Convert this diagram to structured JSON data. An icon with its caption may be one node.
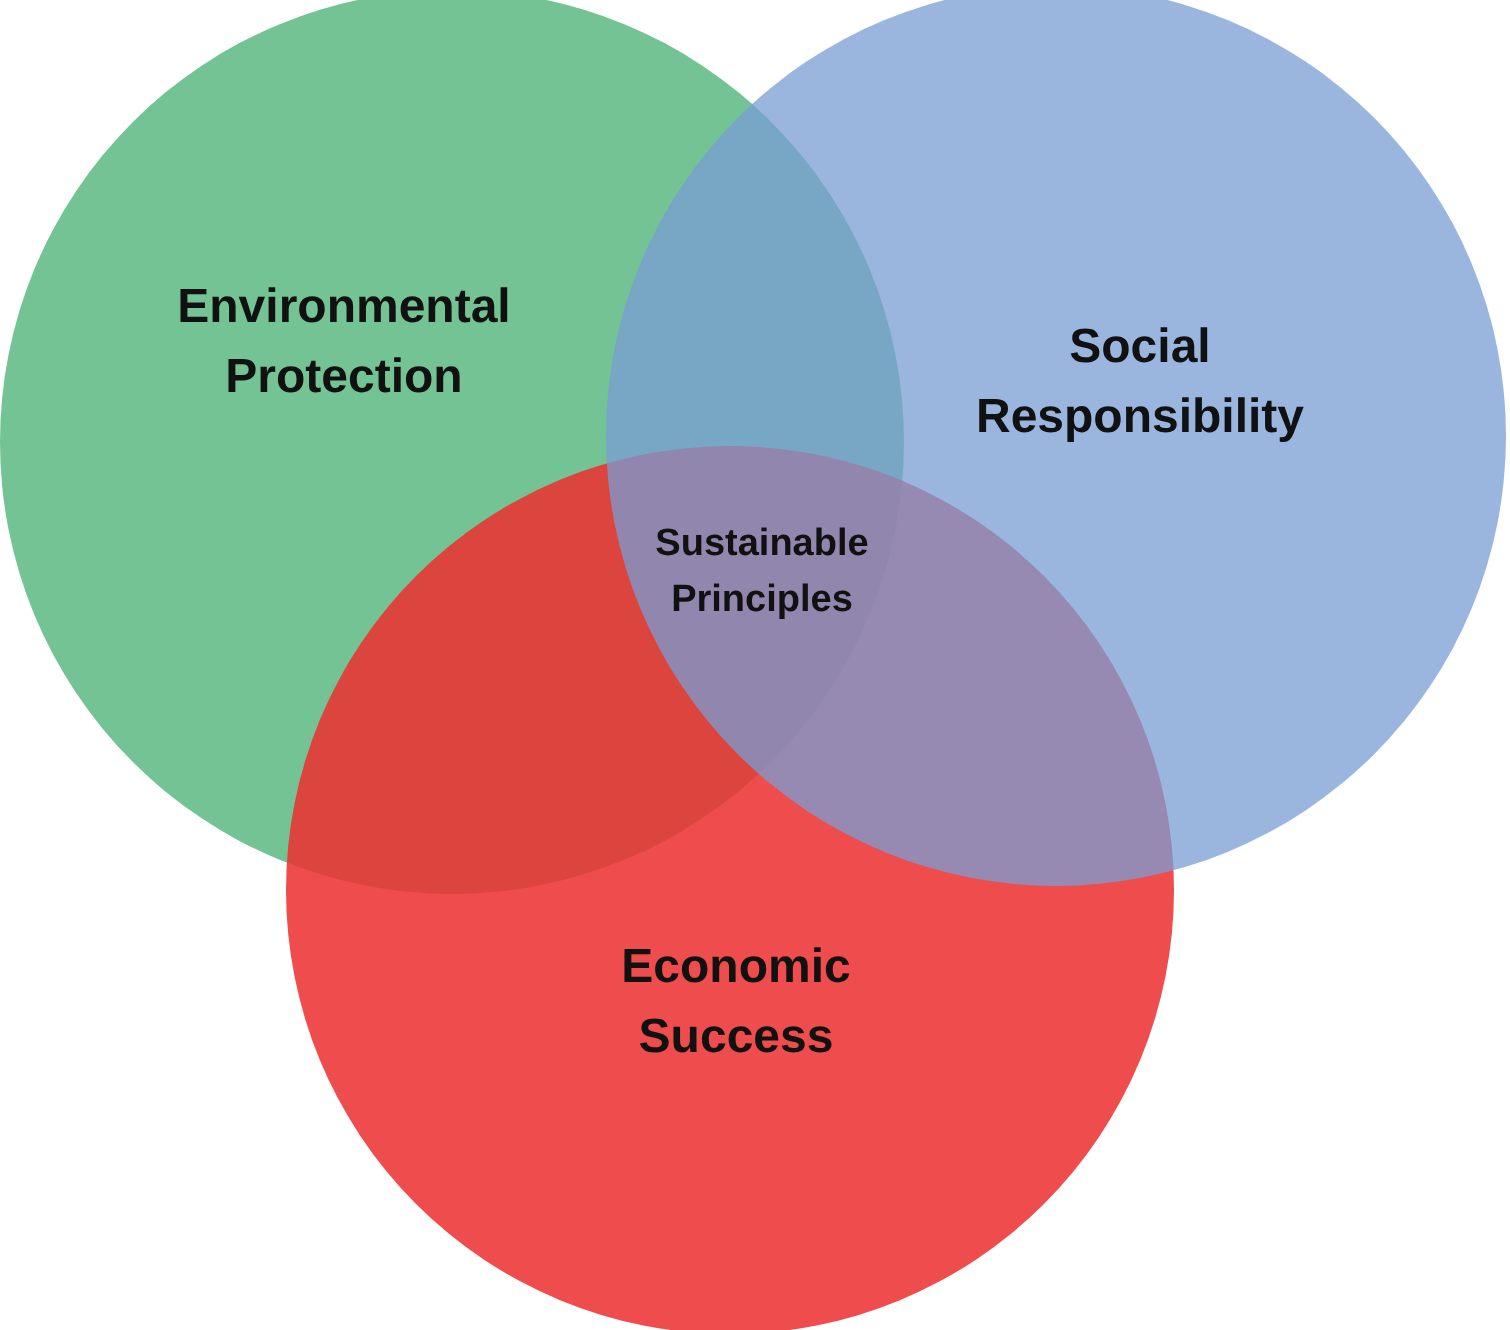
{
  "diagram": {
    "nodes": [
      {
        "text": [
          "Environmental Protection"
        ]
      },
      {
        "text": [
          "Social Responsibility"
        ]
      },
      {
        "text": [
          "Economic Success"
        ]
      }
    ],
    "labels": [
      "Sustainable Principles"
    ]
  }
}
